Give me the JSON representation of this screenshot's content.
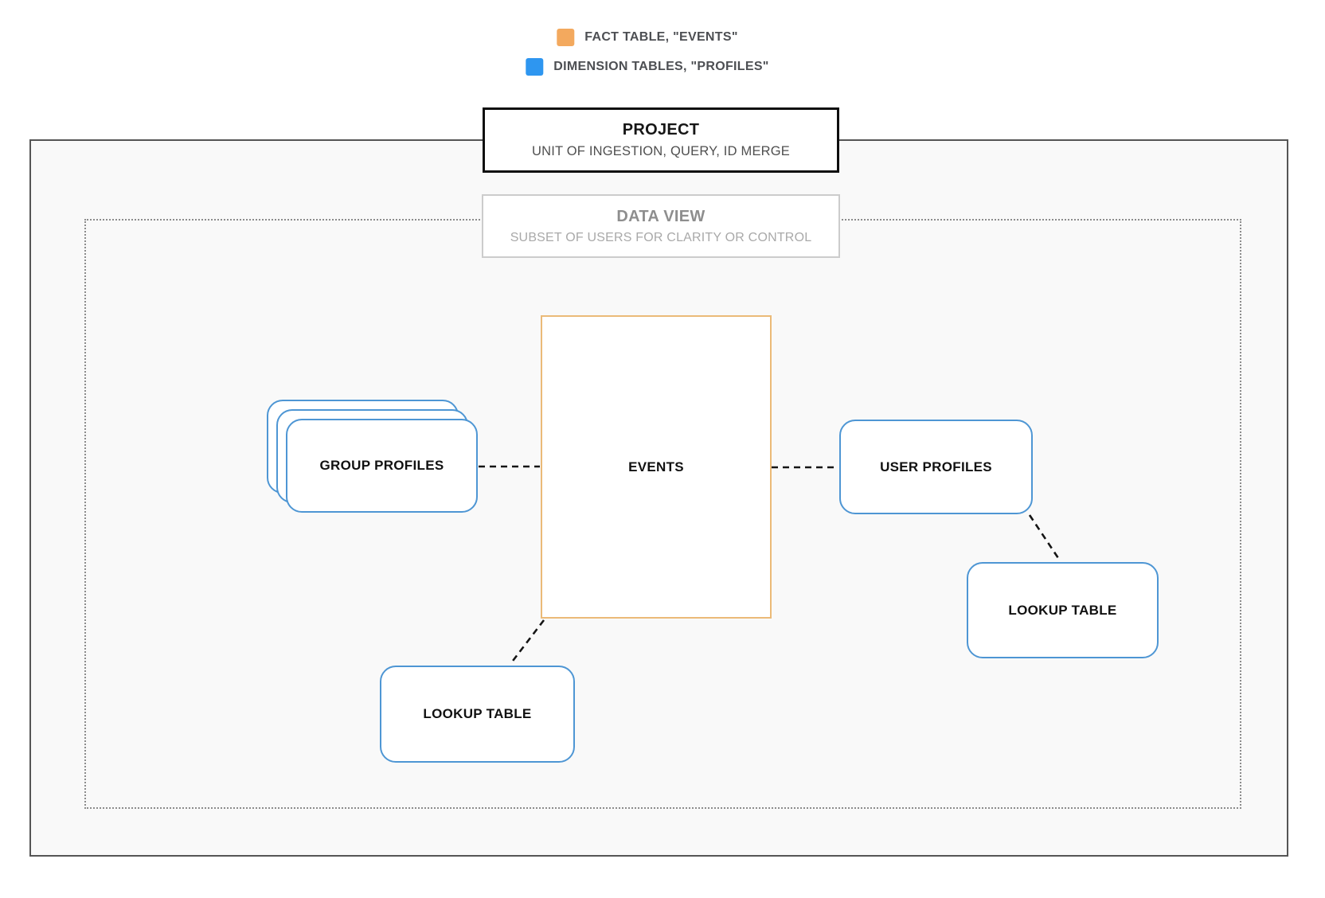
{
  "legend": {
    "items": [
      {
        "name": "fact",
        "swatch_color": "#F3A95E",
        "label": "FACT TABLE, \"EVENTS\""
      },
      {
        "name": "dimension",
        "swatch_color": "#2E96F0",
        "label": "DIMENSION TABLES, \"PROFILES\""
      }
    ]
  },
  "project": {
    "title": "PROJECT",
    "subtitle": "UNIT OF INGESTION, QUERY, ID MERGE"
  },
  "data_view": {
    "title": "DATA VIEW",
    "subtitle": "SUBSET OF USERS FOR CLARITY OR CONTROL"
  },
  "nodes": {
    "events": {
      "label": "EVENTS",
      "type": "fact"
    },
    "group_profiles": {
      "label": "GROUP PROFILES",
      "type": "dimension",
      "stacked": true
    },
    "user_profiles": {
      "label": "USER PROFILES",
      "type": "dimension"
    },
    "lookup_table_bottom": {
      "label": "LOOKUP TABLE",
      "type": "dimension"
    },
    "lookup_table_right": {
      "label": "LOOKUP TABLE",
      "type": "dimension"
    }
  },
  "connections": [
    {
      "from": "group_profiles",
      "to": "events",
      "style": "dashed"
    },
    {
      "from": "events",
      "to": "user_profiles",
      "style": "dashed"
    },
    {
      "from": "user_profiles",
      "to": "lookup_table_right",
      "style": "dashed"
    },
    {
      "from": "events",
      "to": "lookup_table_bottom",
      "style": "dashed"
    }
  ],
  "colors": {
    "fact_orange": "#F3A95E",
    "events_border": "#EBBA78",
    "dimension_blue": "#2E96F0",
    "node_border_blue": "#4E96D4",
    "outer_border": "#555555",
    "dotted_border": "#8C8C8C",
    "connector": "#151515"
  }
}
